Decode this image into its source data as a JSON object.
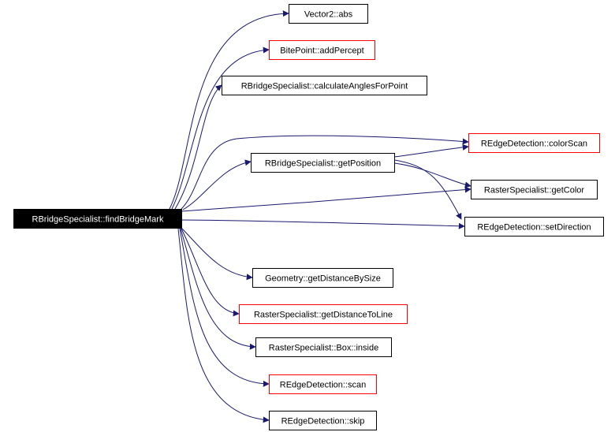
{
  "graph": {
    "root": {
      "id": "root",
      "label": "RBridgeSpecialist::findBridgeMark",
      "style": "filled"
    },
    "nodes": [
      {
        "id": "vec_abs",
        "label": "Vector2::abs",
        "style": "normal"
      },
      {
        "id": "bite_add",
        "label": "BitePoint::addPercept",
        "style": "red"
      },
      {
        "id": "calc_angles",
        "label": "RBridgeSpecialist::calculateAnglesForPoint",
        "style": "normal"
      },
      {
        "id": "color_scan",
        "label": "REdgeDetection::colorScan",
        "style": "red"
      },
      {
        "id": "get_pos",
        "label": "RBridgeSpecialist::getPosition",
        "style": "normal"
      },
      {
        "id": "get_color",
        "label": "RasterSpecialist::getColor",
        "style": "normal"
      },
      {
        "id": "set_dir",
        "label": "REdgeDetection::setDirection",
        "style": "normal"
      },
      {
        "id": "dist_size",
        "label": "Geometry::getDistanceBySize",
        "style": "normal"
      },
      {
        "id": "dist_line",
        "label": "RasterSpecialist::getDistanceToLine",
        "style": "red"
      },
      {
        "id": "box_inside",
        "label": "RasterSpecialist::Box::inside",
        "style": "normal"
      },
      {
        "id": "scan",
        "label": "REdgeDetection::scan",
        "style": "red"
      },
      {
        "id": "skip",
        "label": "REdgeDetection::skip",
        "style": "normal"
      }
    ],
    "edges": [
      {
        "from": "root",
        "to": "vec_abs"
      },
      {
        "from": "root",
        "to": "bite_add"
      },
      {
        "from": "root",
        "to": "calc_angles"
      },
      {
        "from": "root",
        "to": "color_scan"
      },
      {
        "from": "root",
        "to": "get_pos"
      },
      {
        "from": "root",
        "to": "get_color"
      },
      {
        "from": "root",
        "to": "set_dir"
      },
      {
        "from": "root",
        "to": "dist_size"
      },
      {
        "from": "root",
        "to": "dist_line"
      },
      {
        "from": "root",
        "to": "box_inside"
      },
      {
        "from": "root",
        "to": "scan"
      },
      {
        "from": "root",
        "to": "skip"
      },
      {
        "from": "get_pos",
        "to": "color_scan"
      },
      {
        "from": "get_pos",
        "to": "get_color"
      },
      {
        "from": "get_pos",
        "to": "set_dir"
      }
    ],
    "colors": {
      "edge": "#191970",
      "border_normal": "#000000",
      "border_red": "#ff0000",
      "root_fill": "#000000",
      "root_text": "#ffffff",
      "text": "#000000"
    }
  }
}
